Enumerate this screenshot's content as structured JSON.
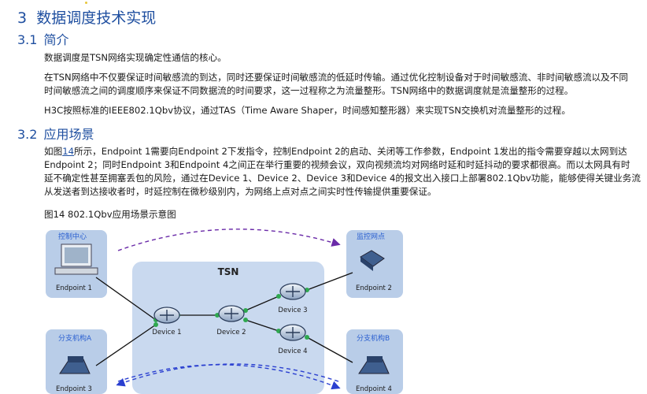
{
  "heading_main": {
    "num": "3",
    "title": "数据调度技术实现"
  },
  "section1": {
    "num": "3.1",
    "title": "简介"
  },
  "p1": "数据调度是TSN网络实现确定性通信的核心。",
  "p2": {
    "line1": "在TSN网络中不仅要保证时间敏感流的到达，同时还要保证时间敏感流的低延时传输。通过优化控制设备对于时间敏感流、非时间敏感流以及不同",
    "line2": "时间敏感流之间的调度顺序来保证不同数据流的时间要求，这一过程称之为流量整形。TSN网络中的数据调度就是流量整形的过程。"
  },
  "p3": "H3C按照标准的IEEE802.1Qbv协议，通过TAS（Time Aware Shaper，时间感知整形器）来实现TSN交换机对流量整形的过程。",
  "section2": {
    "num": "3.2",
    "title": "应用场景"
  },
  "p4": {
    "line1_pre": "如图",
    "line1_link": "14",
    "line1_post": "所示，Endpoint 1需要向Endpoint 2下发指令，控制Endpoint 2的启动、关闭等工作参数，Endpoint 1发出的指令需要穿越以太网到达",
    "line2": "Endpoint 2；同时Endpoint 3和Endpoint 4之间正在举行重要的视频会议，双向视频流均对网络时延和时延抖动的要求都很高。而以太网具有时",
    "line3": "延不确定性甚至拥塞丢包的风险，通过在Device 1、Device 2、Device 3和Device 4的报文出入接口上部署802.1Qbv功能，能够使得关键业务流",
    "line4": "从发送者到达接收者时，时延控制在微秒级别内，为网络上点对点之间实时性传输提供重要保证。"
  },
  "caption": "图14 802.1Qbv应用场景示意图",
  "diagram": {
    "tsn_label": "TSN",
    "zones": {
      "top_left": "控制中心",
      "top_right": "监控网点",
      "bottom_left": "分支机构A",
      "bottom_right": "分支机构B"
    },
    "endpoints": {
      "ep1": "Endpoint 1",
      "ep2": "Endpoint 2",
      "ep3": "Endpoint 3",
      "ep4": "Endpoint 4"
    },
    "devices": {
      "d1": "Device 1",
      "d2": "Device 2",
      "d3": "Device 3",
      "d4": "Device 4"
    },
    "colors": {
      "zone_bg": "#b9cde8",
      "tsn_bg": "#c9d9ef",
      "heading": "#1f4fa0",
      "link_dot": "#2fa84f",
      "flow_arrow": "#6a2aa8"
    }
  }
}
